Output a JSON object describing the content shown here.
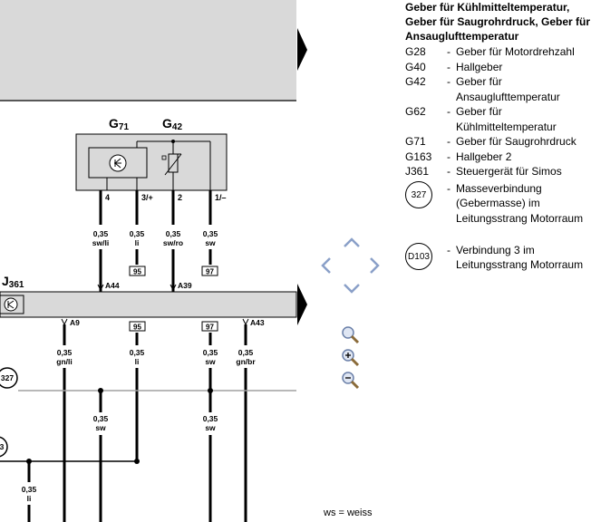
{
  "components": {
    "g71": {
      "letter": "G",
      "sub": "71"
    },
    "g42": {
      "letter": "G",
      "sub": "42"
    },
    "j361": {
      "letter": "J",
      "sub": "361"
    }
  },
  "upper_wires": [
    {
      "pin": "4",
      "gauge": "0,35",
      "color": "sw/li"
    },
    {
      "pin": "3/+",
      "gauge": "0,35",
      "color": "li"
    },
    {
      "pin": "2",
      "gauge": "0,35",
      "color": "sw/ro"
    },
    {
      "pin": "1/–",
      "gauge": "0,35",
      "color": "sw"
    }
  ],
  "upper_terms": {
    "t1": "95",
    "t2": "97"
  },
  "connectors_top": {
    "c1": "A44",
    "c2": "A39"
  },
  "connectors_bottom": {
    "c1": "A9",
    "c2": "A43"
  },
  "lower_terms": {
    "t1": "95",
    "t2": "97"
  },
  "lower_wires": [
    {
      "gauge": "0,35",
      "color": "gn/li"
    },
    {
      "gauge": "0,35",
      "color": "li"
    },
    {
      "gauge": "0,35",
      "color": "sw"
    },
    {
      "gauge": "0,35",
      "color": "gn/br"
    }
  ],
  "splice_wires": [
    {
      "gauge": "0,35",
      "color": "sw"
    },
    {
      "gauge": "0,35",
      "color": "sw"
    },
    {
      "gauge": "0,35",
      "color": "li"
    }
  ],
  "ground_markers": {
    "m1": "327",
    "m2": "3"
  },
  "legend": {
    "title": "Geber für Kühlmitteltemperatur, Geber für Saugrohrdruck, Geber für Ansauglufttemperatur",
    "items": [
      {
        "code": "G28",
        "text": "Geber für Motordrehzahl"
      },
      {
        "code": "G40",
        "text": "Hallgeber"
      },
      {
        "code": "G42",
        "text": "Geber für Ansauglufttemperatur"
      },
      {
        "code": "G62",
        "text": "Geber für Kühlmitteltemperatur"
      },
      {
        "code": "G71",
        "text": "Geber für Saugrohrdruck"
      },
      {
        "code": "G163",
        "text": "Hallgeber 2"
      },
      {
        "code": "J361",
        "text": "Steuergerät für Simos"
      }
    ],
    "circle_items": [
      {
        "code": "327",
        "text": "Masseverbindung (Gebermasse) im Leitungsstrang Motorraum"
      },
      {
        "code": "D103",
        "text": "Verbindung 3 im Leitungsstrang Motorraum"
      }
    ],
    "dash": "-"
  },
  "footer": {
    "abbrev": "ws  =  weiss"
  },
  "icons": {
    "nav": [
      "arrow-up-icon",
      "arrow-left-icon",
      "arrow-right-icon",
      "arrow-down-icon"
    ],
    "zoom": [
      "zoom-fit-icon",
      "zoom-in-icon",
      "zoom-out-icon"
    ]
  },
  "colors": {
    "panel": "#d9d9d9",
    "wire": "#000000",
    "nav_arrow": "#8aa0c8"
  }
}
